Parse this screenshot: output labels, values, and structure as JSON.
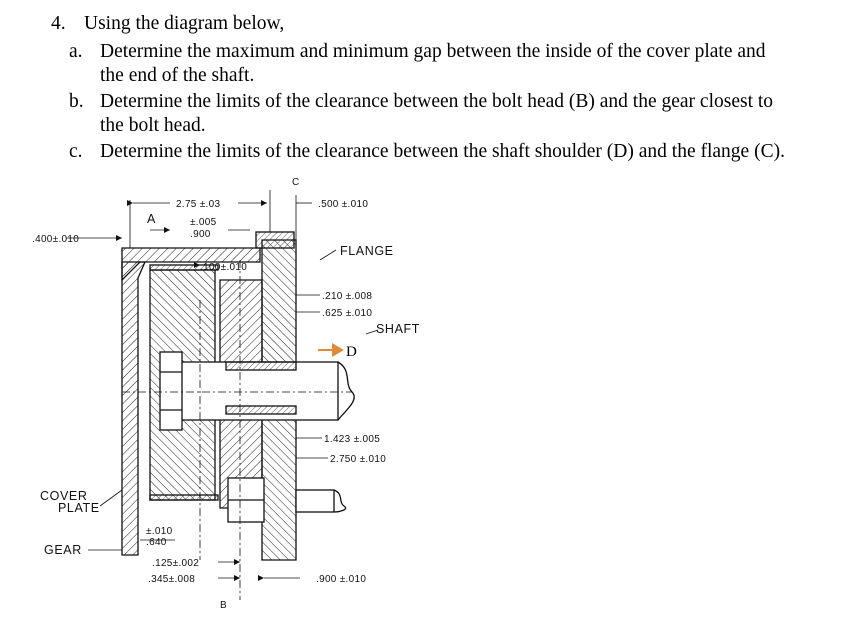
{
  "question": {
    "number": "4.",
    "intro": "Using the diagram below,",
    "parts": [
      {
        "label": "a.",
        "line1": "Determine the maximum and minimum gap between the inside of the cover plate and",
        "line2": "the end of the shaft."
      },
      {
        "label": "b.",
        "line1": "Determine the limits of the clearance between the bolt head (B) and the gear closest to",
        "line2": "the bolt head."
      },
      {
        "label": "c.",
        "line1": "Determine the limits of the clearance between the shaft shoulder (D) and the flange (C).",
        "line2": ""
      }
    ]
  },
  "diagram": {
    "dim_275": "2.75 ±.03",
    "dim_500": ".500 ±.010",
    "dim_400": ".400±.010",
    "dim_005": "±.005",
    "dim_900a": ".900",
    "dim_100": ".100±.010",
    "dim_210": ".210 ±.008",
    "dim_625": ".625 ±.010",
    "dim_1423": "1.423 ±.005",
    "dim_2750": "2.750 ±.010",
    "dim_010": "±.010",
    "dim_640": ".640",
    "dim_125": ".125±.002",
    "dim_345": ".345±.008",
    "dim_900b": ".900 ±.010",
    "label_a": "A",
    "label_b": "B",
    "label_c": "C",
    "label_d": "D",
    "label_flange": "FLANGE",
    "label_shaft": "SHAFT",
    "label_cover": "COVER",
    "label_plate": "PLATE",
    "label_gear": "GEAR",
    "accent": "#e08a3c"
  }
}
